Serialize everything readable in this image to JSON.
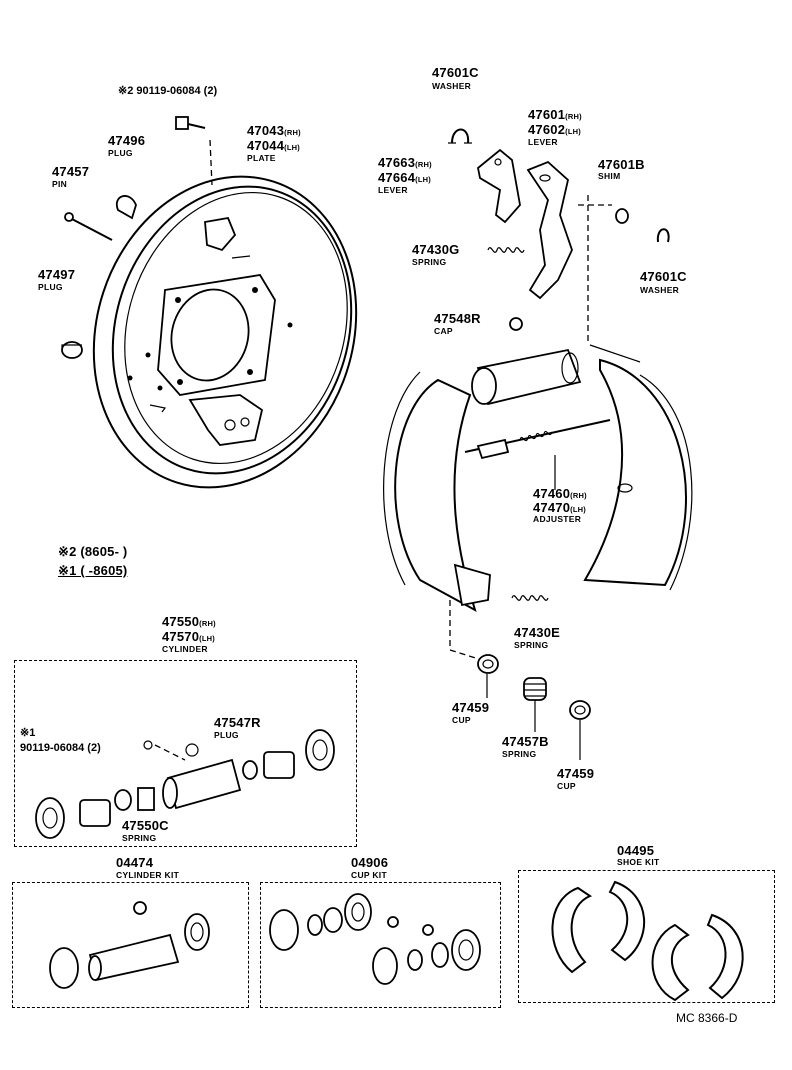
{
  "labels": {
    "note_bolt": "※2 90119-06084 (2)",
    "p47496": "47496",
    "p47496_d": "PLUG",
    "p47457": "47457",
    "p47457_d": "PIN",
    "p47497": "47497",
    "p47497_d": "PLUG",
    "p47043": "47043",
    "p47043_s": "(RH)",
    "p47044": "47044",
    "p47044_s": "(LH)",
    "p47043_d": "PLATE",
    "p47601C_top": "47601C",
    "p47601C_top_d": "WASHER",
    "p47601": "47601",
    "p47601_s": "(RH)",
    "p47602": "47602",
    "p47602_s": "(LH)",
    "p47601_d": "LEVER",
    "p47663": "47663",
    "p47663_s": "(RH)",
    "p47664": "47664",
    "p47664_s": "(LH)",
    "p47663_d": "LEVER",
    "p47601B": "47601B",
    "p47601B_d": "SHIM",
    "p47430G": "47430G",
    "p47430G_d": "SPRING",
    "p47601C_bot": "47601C",
    "p47601C_bot_d": "WASHER",
    "p47548R": "47548R",
    "p47548R_d": "CAP",
    "p47460": "47460",
    "p47460_s": "(RH)",
    "p47470": "47470",
    "p47470_s": "(LH)",
    "p47460_d": "ADJUSTER",
    "note2": "※2 (8605-        )",
    "note1": "※1 (        -8605)",
    "p47550": "47550",
    "p47550_s": "(RH)",
    "p47570": "47570",
    "p47570_s": "(LH)",
    "p47550_d": "CYLINDER",
    "p47430E": "47430E",
    "p47430E_d": "SPRING",
    "p47547R": "47547R",
    "p47547R_d": "PLUG",
    "note1_bolt_mark": "※1",
    "note1_bolt": "90119-06084 (2)",
    "p47459a": "47459",
    "p47459a_d": "CUP",
    "p47457B": "47457B",
    "p47457B_d": "SPRING",
    "p47459b": "47459",
    "p47459b_d": "CUP",
    "p47550C": "47550C",
    "p47550C_d": "SPRING",
    "p04474": "04474",
    "p04474_d": "CYLINDER KIT",
    "p04906": "04906",
    "p04906_d": "CUP KIT",
    "p04495": "04495",
    "p04495_d": "SHOE KIT",
    "footer": "MC 8366-D"
  }
}
